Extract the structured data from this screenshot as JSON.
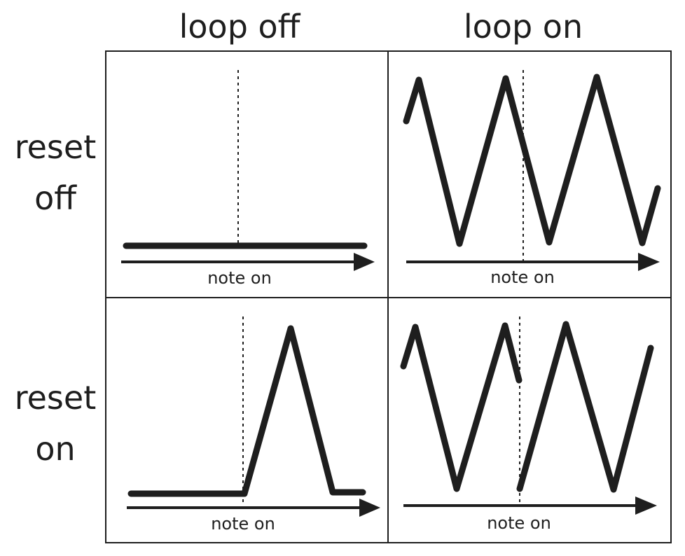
{
  "columns": [
    "loop off",
    "loop on"
  ],
  "rows": [
    {
      "line1": "reset",
      "line2": "off"
    },
    {
      "line1": "reset",
      "line2": "on"
    }
  ],
  "panels": [
    {
      "id": "reset-off-loop-off",
      "marker_label": "note on",
      "waveform": "flat"
    },
    {
      "id": "reset-off-loop-on",
      "marker_label": "note on",
      "waveform": "continuous triangle"
    },
    {
      "id": "reset-on-loop-off",
      "marker_label": "note on",
      "waveform": "single triangle after note on"
    },
    {
      "id": "reset-on-loop-on",
      "marker_label": "note on",
      "waveform": "triangle restarted at note on"
    }
  ]
}
